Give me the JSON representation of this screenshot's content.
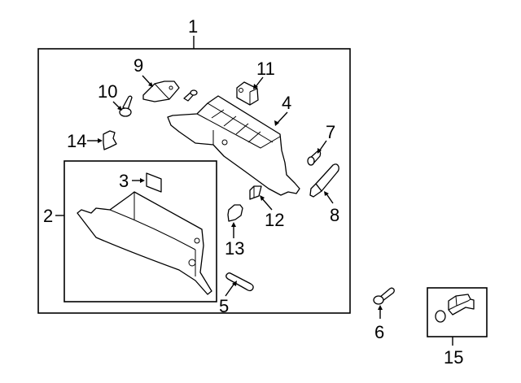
{
  "diagram": {
    "type": "exploded-parts-diagram",
    "subject": "Glove box assembly",
    "callouts": [
      {
        "number": "1",
        "part": "glove-box-assembly"
      },
      {
        "number": "2",
        "part": "glove-box"
      },
      {
        "number": "3",
        "part": "label"
      },
      {
        "number": "4",
        "part": "glove-box-housing"
      },
      {
        "number": "5",
        "part": "pin"
      },
      {
        "number": "6",
        "part": "screw"
      },
      {
        "number": "7",
        "part": "bumper"
      },
      {
        "number": "8",
        "part": "damper"
      },
      {
        "number": "9",
        "part": "latch"
      },
      {
        "number": "10",
        "part": "bolt"
      },
      {
        "number": "11",
        "part": "striker"
      },
      {
        "number": "12",
        "part": "clip"
      },
      {
        "number": "13",
        "part": "cover"
      },
      {
        "number": "14",
        "part": "cover"
      },
      {
        "number": "15",
        "part": "lamp-kit"
      }
    ]
  }
}
